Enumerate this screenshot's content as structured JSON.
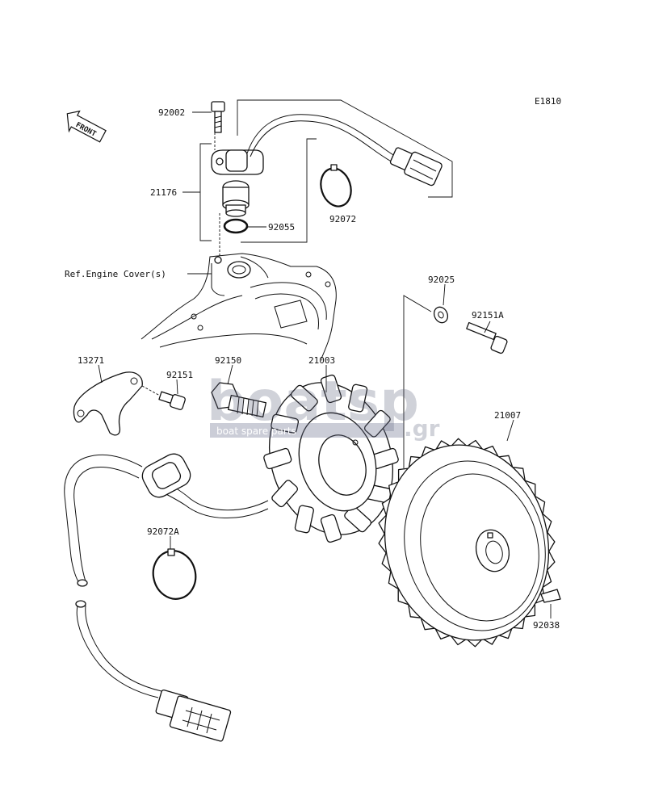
{
  "diagram_code": "E1810",
  "front_label": "FRONT",
  "ref_label": "Ref.Engine Cover(s)",
  "parts": {
    "p92002": "92002",
    "p21176": "21176",
    "p92055": "92055",
    "p92072": "92072",
    "p92025": "92025",
    "p92151A": "92151A",
    "p13271": "13271",
    "p92151": "92151",
    "p92150": "92150",
    "p21003": "21003",
    "p21007": "21007",
    "p92072A": "92072A",
    "p92038": "92038"
  },
  "watermark": {
    "brand": "boatsp",
    "tld": ".gr",
    "tagline": "boat spare parts"
  }
}
